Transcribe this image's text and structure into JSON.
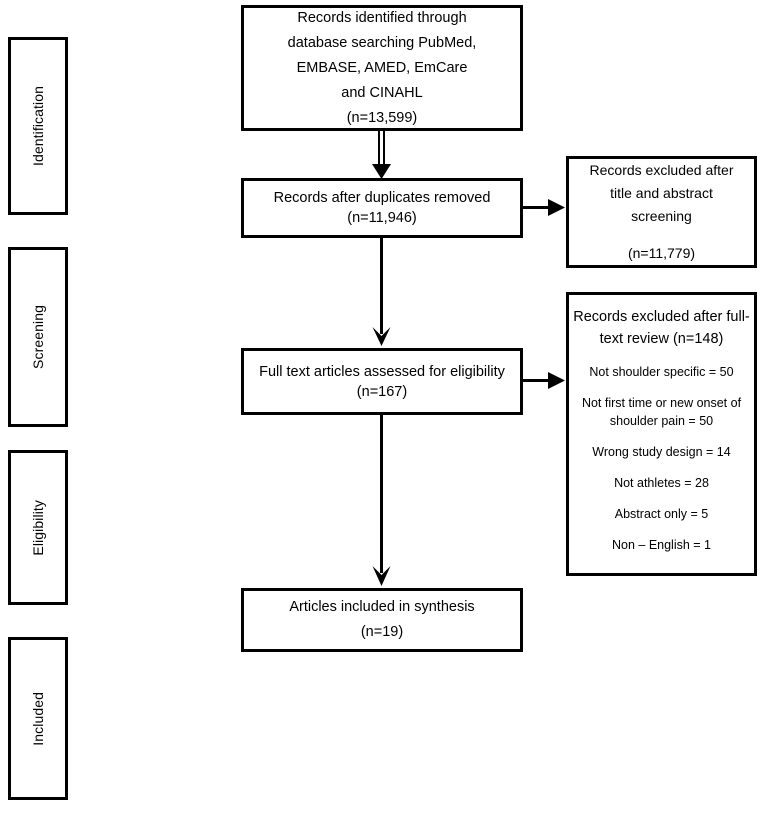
{
  "diagram": {
    "title": "PRISMA study selection flow diagram",
    "type": "flowchart",
    "stages": [
      {
        "id": "identification",
        "label": "Identification"
      },
      {
        "id": "screening",
        "label": "Screening"
      },
      {
        "id": "eligibility",
        "label": "Eligibility"
      },
      {
        "id": "included",
        "label": "Included"
      }
    ],
    "main_nodes": [
      {
        "id": "records-identified",
        "lines": [
          "Records identified through",
          "database searching PubMed,",
          "EMBASE, AMED, EmCare",
          "and CINAHL",
          "(n=13,599)"
        ],
        "count": 13599
      },
      {
        "id": "records-after-duplicates",
        "lines": [
          "Records after duplicates removed",
          "(n=11,946)"
        ],
        "count": 11946
      },
      {
        "id": "full-text-assessed",
        "lines": [
          "Full text articles assessed for eligibility",
          "(n=167)"
        ],
        "count": 167
      },
      {
        "id": "articles-included",
        "lines": [
          "Articles included in synthesis",
          "(n=19)"
        ],
        "count": 19
      }
    ],
    "excluded_nodes": [
      {
        "id": "excluded-title-abstract",
        "lines": [
          "Records excluded after",
          "title and abstract",
          "screening"
        ],
        "count_line": "(n=11,779)",
        "count": 11779
      },
      {
        "id": "excluded-full-text",
        "heading_lines": [
          "Records excluded after full-",
          "text review (n=148)"
        ],
        "count": 148,
        "reasons": [
          {
            "label": "Not shoulder specific = 50",
            "value": 50
          },
          {
            "label": "Not first time or new onset of",
            "value": null
          },
          {
            "label": "shoulder pain = 50",
            "value": 50
          },
          {
            "label": "Wrong study design = 14",
            "value": 14
          },
          {
            "label": "Not athletes = 28",
            "value": 28
          },
          {
            "label": "Abstract only = 5",
            "value": 5
          },
          {
            "label": "Non – English = 1",
            "value": 1
          }
        ]
      }
    ],
    "colors": {
      "border": "#000000",
      "background": "#ffffff",
      "text": "#000000"
    }
  }
}
